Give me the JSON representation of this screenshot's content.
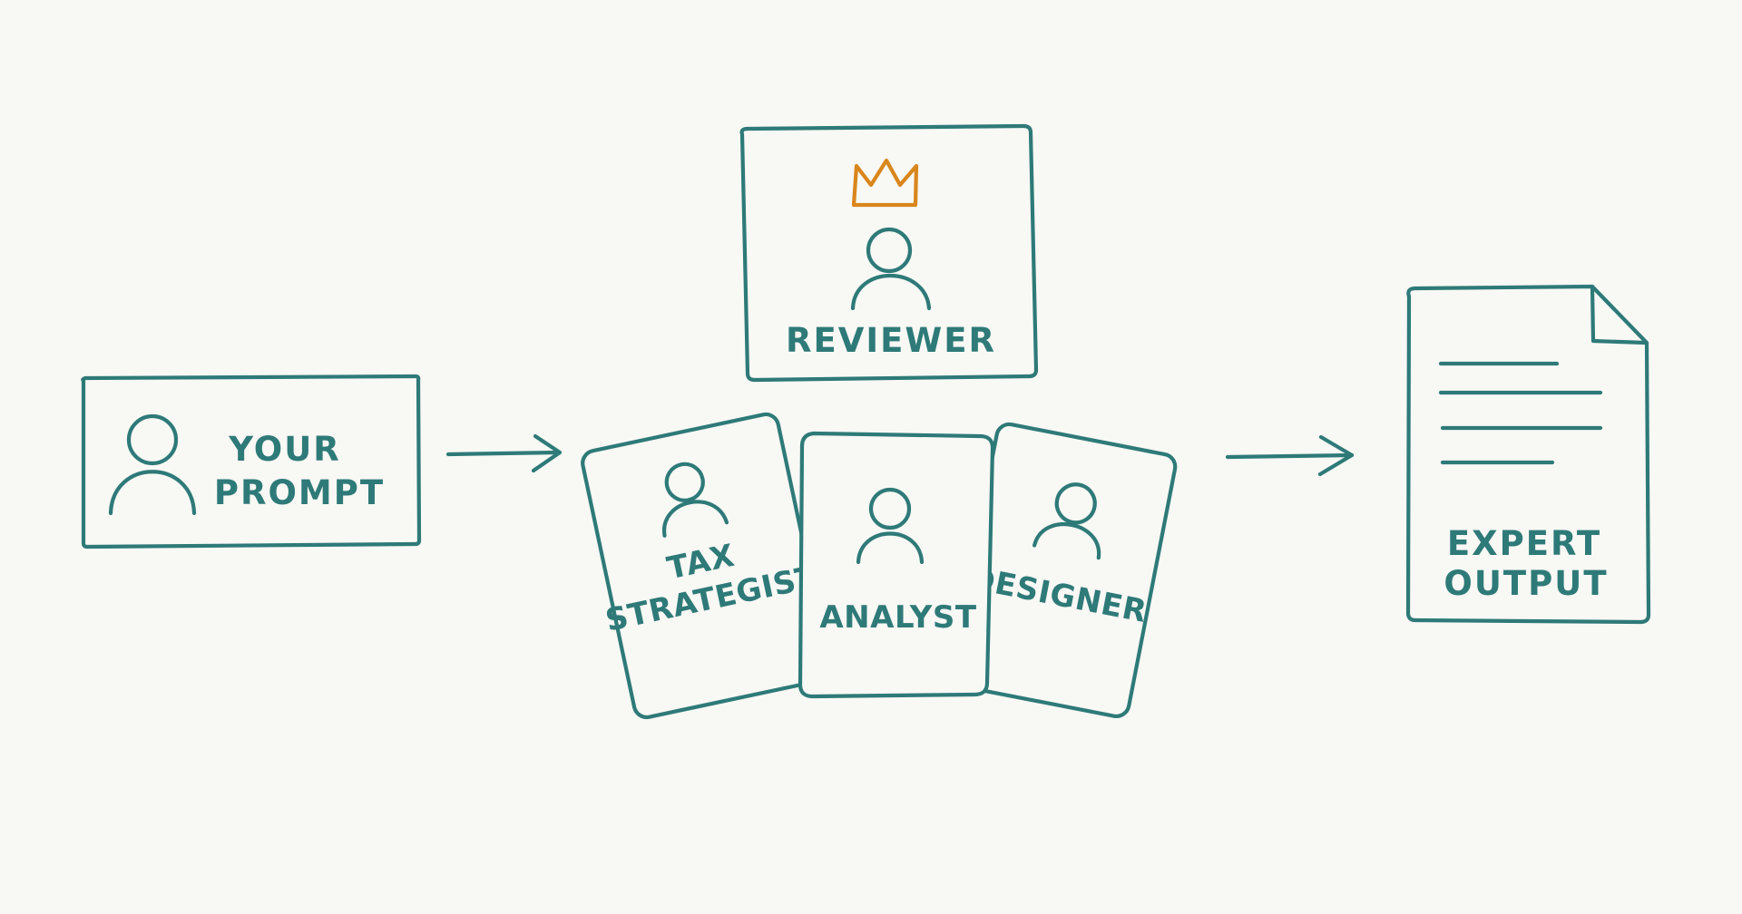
{
  "nodes": {
    "prompt": {
      "line1": "YOUR",
      "line2": "PROMPT",
      "icon": "person-icon"
    },
    "reviewer": {
      "label": "REVIEWER",
      "icon": "person-icon",
      "badge": "crown-icon"
    },
    "tax_strategist": {
      "line1": "TAX",
      "line2": "STRATEGIST",
      "icon": "person-icon"
    },
    "analyst": {
      "label": "ANALYST",
      "icon": "person-icon"
    },
    "designer": {
      "label": "DESIGNER",
      "icon": "person-icon"
    },
    "output": {
      "line1": "EXPERT",
      "line2": "OUTPUT",
      "icon": "document-icon"
    }
  },
  "colors": {
    "ink": "#2e7a78",
    "accent": "#d9861c",
    "background": "#f8f8f5"
  }
}
